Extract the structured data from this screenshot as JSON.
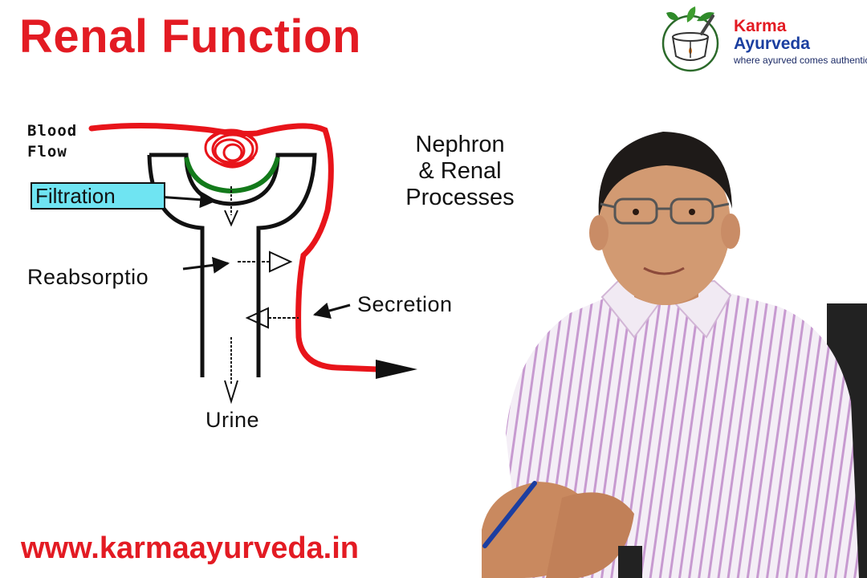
{
  "title": "Renal Function",
  "brand": {
    "name_line1": "Karma",
    "name_line2": "Ayurveda",
    "tagline": "where ayurved comes authentic",
    "red": "#e31b23",
    "blue": "#1b3fa0"
  },
  "diagram": {
    "heading": [
      "Nephron",
      "& Renal",
      "Processes"
    ],
    "labels": {
      "blood_flow": [
        "Blood",
        "Flow"
      ],
      "filtration": "Filtration",
      "reabsorption": "Reabsorptio",
      "secretion": "Secretion",
      "urine": "Urine"
    },
    "colors": {
      "blood_vessel": "#e8141a",
      "glomerulus_membrane": "#137a1b",
      "filtration_box": "#6fe4f2"
    }
  },
  "website": "www.karmaayurveda.in"
}
